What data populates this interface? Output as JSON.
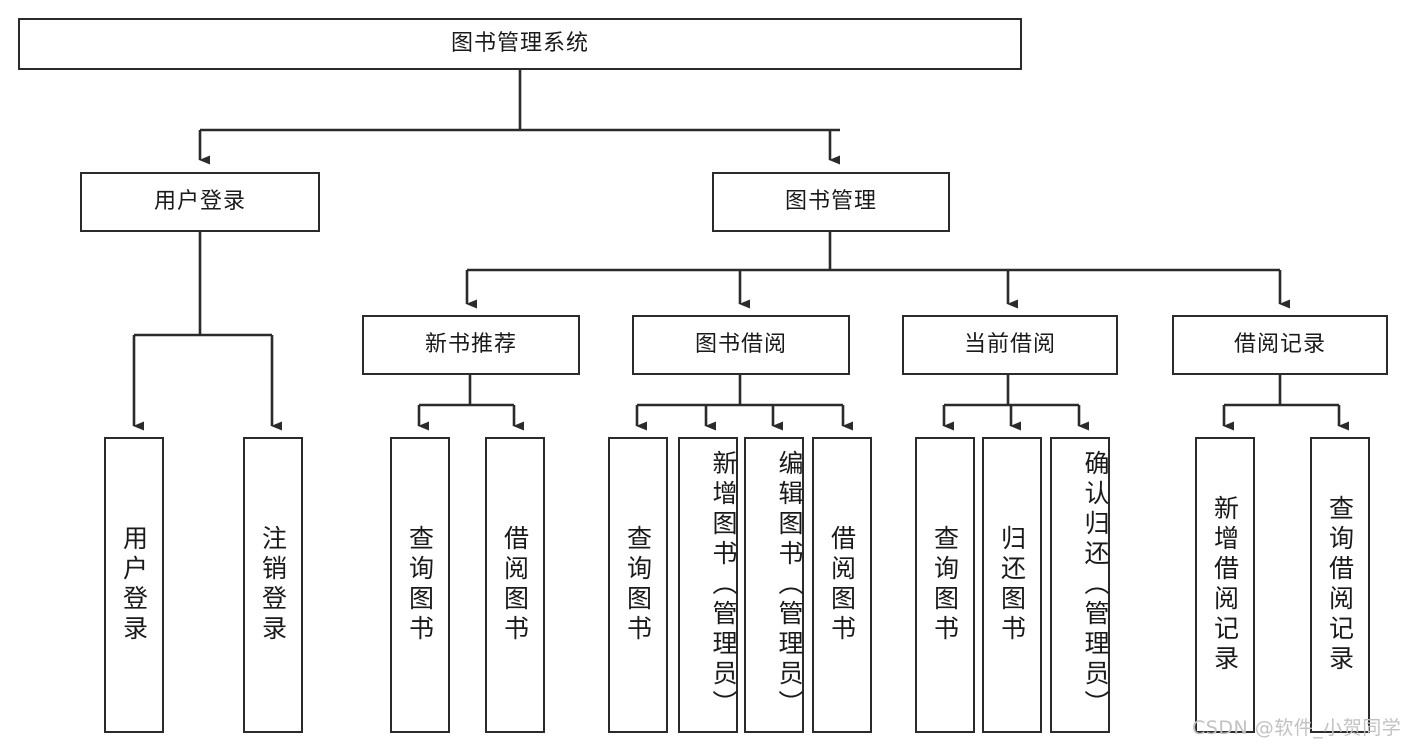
{
  "diagram": {
    "title_node": {
      "label": "图书管理系统"
    },
    "level2": [
      {
        "id": "user-login",
        "label": "用户登录"
      },
      {
        "id": "book-manage",
        "label": "图书管理"
      }
    ],
    "level3": [
      {
        "id": "new-book-recommend",
        "label": "新书推荐"
      },
      {
        "id": "book-borrow",
        "label": "图书借阅"
      },
      {
        "id": "current-borrow",
        "label": "当前借阅"
      },
      {
        "id": "borrow-record",
        "label": "借阅记录"
      }
    ],
    "leaves": [
      {
        "id": "leaf-user-login",
        "label": "用户登录"
      },
      {
        "id": "leaf-logout-login",
        "label": "注销登录"
      },
      {
        "id": "leaf-query-book-1",
        "label": "查询图书"
      },
      {
        "id": "leaf-borrow-book-1",
        "label": "借阅图书"
      },
      {
        "id": "leaf-query-book-2",
        "label": "查询图书"
      },
      {
        "id": "leaf-add-book-admin",
        "label": "新增图书（管理员）"
      },
      {
        "id": "leaf-edit-book-admin",
        "label": "编辑图书（管理员）"
      },
      {
        "id": "leaf-borrow-book-2",
        "label": "借阅图书"
      },
      {
        "id": "leaf-query-book-3",
        "label": "查询图书"
      },
      {
        "id": "leaf-return-book",
        "label": "归还图书"
      },
      {
        "id": "leaf-confirm-return-admin",
        "label": "确认归还（管理员）"
      },
      {
        "id": "leaf-add-borrow-record",
        "label": "新增借阅记录"
      },
      {
        "id": "leaf-query-borrow-record",
        "label": "查询借阅记录"
      }
    ],
    "watermark": {
      "text": "CSDN @软件_小贺同学"
    },
    "colors": {
      "stroke": "#2b2b2b",
      "background": "#ffffff",
      "text": "#1a1a1a",
      "watermark": "#c2c2c2"
    }
  }
}
